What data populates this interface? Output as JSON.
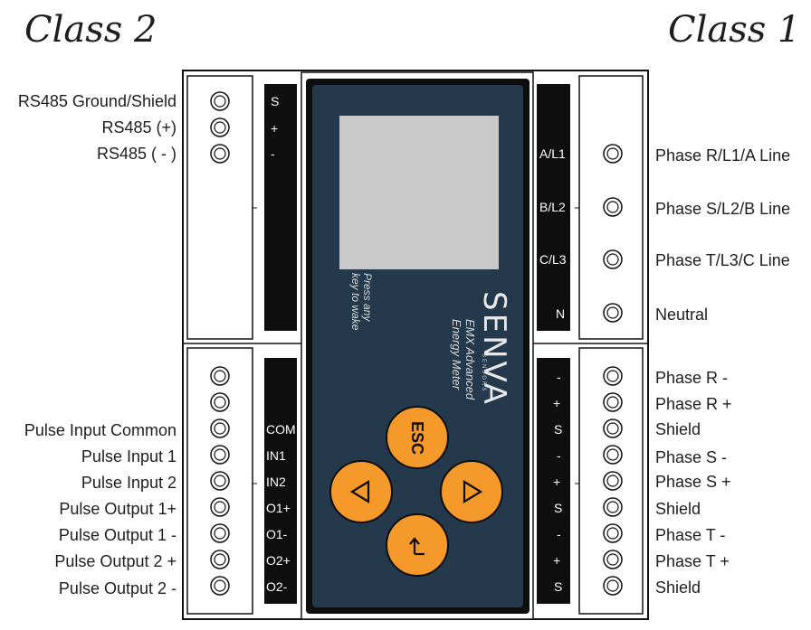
{
  "titles": {
    "left": "Class 2",
    "right": "Class 1"
  },
  "left_labels": [
    "RS485 Ground/Shield",
    "RS485 (+)",
    "RS485 ( - )",
    "Pulse Input Common",
    "Pulse Input 1",
    "Pulse Input 2",
    "Pulse Output 1+",
    "Pulse Output 1 -",
    "Pulse Output 2 +",
    "Pulse Output 2 -"
  ],
  "right_labels": [
    "Phase R/L1/A Line",
    "Phase S/L2/B Line",
    "Phase T/L3/C Line",
    "Neutral",
    "Phase R -",
    "Phase R +",
    "Shield",
    "Phase S -",
    "Phase S +",
    "Shield",
    "Phase T -",
    "Phase T +",
    "Shield"
  ],
  "left_terminals_top": [
    "S",
    "+",
    "-"
  ],
  "left_terminals_bottom": [
    "COM",
    "IN1",
    "IN2",
    "O1+",
    "O1-",
    "O2+",
    "O2-"
  ],
  "right_terminals_top": [
    "A/L1",
    "B/L2",
    "C/L3",
    "N"
  ],
  "right_terminals_bottom": [
    "-",
    "+",
    "S",
    "-",
    "+",
    "S",
    "-",
    "+",
    "S"
  ],
  "device": {
    "brand": "SENVA",
    "brand_sub": "SENSORS",
    "product_line1": "EMX Advanced",
    "product_line2": "Energy Meter",
    "wake_line1": "Press any",
    "wake_line2": "key to wake"
  },
  "buttons": {
    "esc": "ESC",
    "left": "left-arrow-icon",
    "right": "right-arrow-icon",
    "enter": "enter-arrow-icon"
  },
  "colors": {
    "button": "#f59a2a",
    "panel": "#243a4c",
    "terminal_strip": "#0e0e0e",
    "screen": "#c9c9c9"
  }
}
